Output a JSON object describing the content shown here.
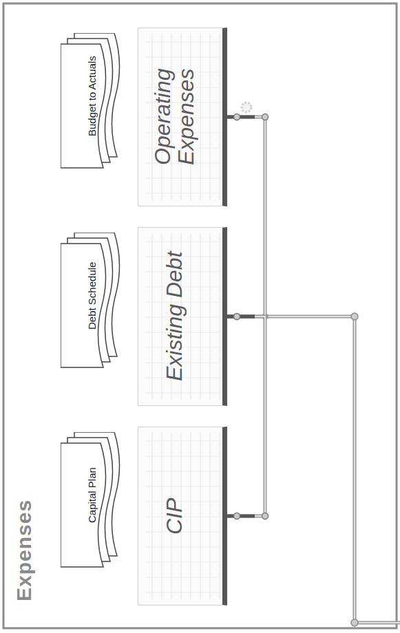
{
  "diagram": {
    "title": "Expenses",
    "nodes": [
      {
        "text": [
          "Budget to Actuals"
        ]
      },
      {
        "text": [
          "Operating Expenses"
        ]
      },
      {
        "text": [
          "Debt Schedule"
        ]
      },
      {
        "text": [
          "Existing Debt"
        ]
      },
      {
        "text": [
          "Capital Plan"
        ]
      },
      {
        "text": [
          "CIP"
        ]
      }
    ],
    "edges": [
      {
        "from": 1,
        "to": 3,
        "arrow": "none"
      },
      {
        "from": 5,
        "to": 3,
        "arrow": "none"
      }
    ]
  }
}
